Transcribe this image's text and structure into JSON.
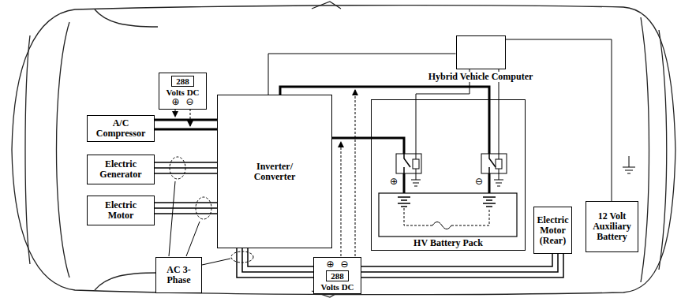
{
  "diagram": {
    "nodes": [
      {
        "text": [
          "Hybrid Vehicle Computer"
        ]
      },
      {
        "text": [
          "288",
          "Volts DC"
        ]
      },
      {
        "text": [
          "A/C Compressor"
        ]
      },
      {
        "text": [
          "Inverter/ Converter"
        ]
      },
      {
        "text": [
          "HV Battery Pack"
        ]
      },
      {
        "text": [
          "Electric Generator"
        ]
      },
      {
        "text": [
          "Electric Motor"
        ]
      },
      {
        "text": [
          "Electric Motor (Rear)"
        ]
      },
      {
        "text": [
          "12 Volt Auxiliary Battery"
        ]
      },
      {
        "text": [
          "AC 3-Phase"
        ]
      },
      {
        "text": [
          "288",
          "Volts DC"
        ]
      }
    ],
    "edges": [
      {
        "from": 2,
        "to": 3,
        "arrow": "none"
      },
      {
        "from": 5,
        "to": 3,
        "arrow": "none"
      },
      {
        "from": 6,
        "to": 3,
        "arrow": "none"
      },
      {
        "from": 3,
        "to": 4,
        "arrow": "none"
      },
      {
        "from": 3,
        "to": 4,
        "arrow": "none"
      },
      {
        "from": 0,
        "to": 3,
        "arrow": "none"
      },
      {
        "from": 0,
        "to": 4,
        "arrow": "none"
      },
      {
        "from": 0,
        "to": 4,
        "arrow": "none"
      },
      {
        "from": 0,
        "to": 8,
        "arrow": "none"
      },
      {
        "from": 3,
        "to": 7,
        "arrow": "none"
      }
    ],
    "labels": [
      "⊕",
      "⊖",
      "⊕",
      "⊖",
      "⊕",
      "⊖"
    ]
  }
}
